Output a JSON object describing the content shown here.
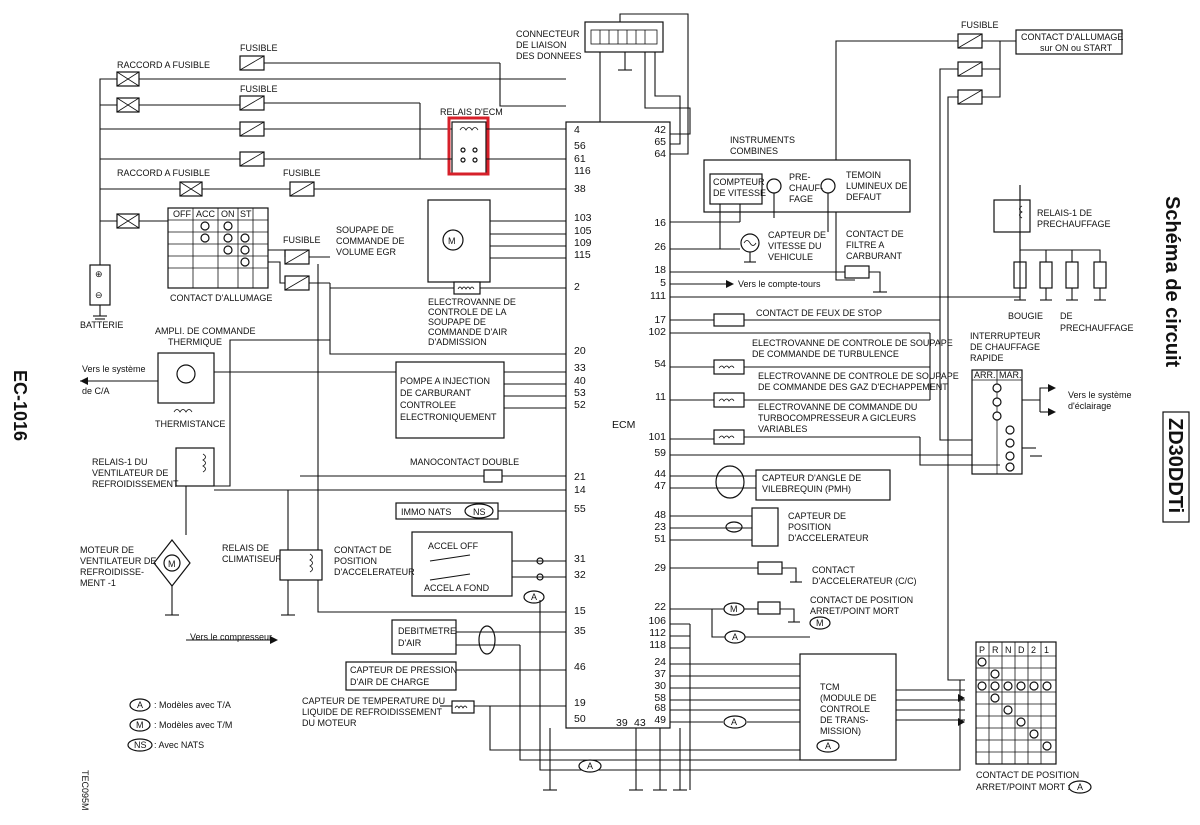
{
  "page_code": "EC-1016",
  "side_title": "Schéma de circuit",
  "model_code": "ZD30DDTi",
  "figure_code": "TEC095M",
  "ecm_label": "ECM",
  "labels": {
    "raccord_a_fusible": "RACCORD A FUSIBLE",
    "fusible": "FUSIBLE",
    "relais_ecm": "RELAIS D'ECM",
    "connecteur": [
      "CONNECTEUR",
      "DE LIAISON",
      "DES DONNEES"
    ],
    "contact_allumage_on": [
      "CONTACT D'ALLUMAGE",
      "sur ON ou START"
    ],
    "instruments": [
      "INSTRUMENTS",
      "COMBINES"
    ],
    "compteur_vitesse": [
      "COMPTEUR",
      "DE VITESSE"
    ],
    "pre_chauffage": [
      "PRE-",
      "CHAUF-",
      "FAGE"
    ],
    "temoin": [
      "TEMOIN",
      "LUMINEUX DE",
      "DEFAUT"
    ],
    "relais1_prechauffage": [
      "RELAIS-1 DE",
      "PRECHAUFFAGE"
    ],
    "capteur_vitesse": [
      "CAPTEUR DE",
      "VITESSE DU",
      "VEHICULE"
    ],
    "contact_filtre": [
      "CONTACT DE",
      "FILTRE A",
      "CARBURANT"
    ],
    "vers_compte_tours": "Vers le compte-tours",
    "bougie": "BOUGIE",
    "de_prechauffage": [
      "DE",
      "PRECHAUFFAGE"
    ],
    "contact_feux_stop": "CONTACT DE FEUX DE STOP",
    "ev_turbulence": [
      "ELECTROVANNE DE CONTROLE DE SOUPAPE",
      "DE COMMANDE DE TURBULENCE"
    ],
    "ev_gaz": [
      "ELECTROVANNE DE CONTROLE DE SOUPAPE",
      "DE COMMANDE DES GAZ D'ECHAPPEMENT"
    ],
    "ev_turbo": [
      "ELECTROVANNE DE COMMANDE DU",
      "TURBOCOMPRESSEUR A GICLEURS",
      "VARIABLES"
    ],
    "interrupteur": [
      "INTERRUPTEUR",
      "DE CHAUFFAGE",
      "RAPIDE"
    ],
    "arr": "ARR.",
    "mar": "MAR.",
    "vers_eclairage": [
      "Vers le système",
      "d'éclairage"
    ],
    "batterie": "BATTERIE",
    "contact_allumage": "CONTACT D'ALLUMAGE",
    "ign_positions": [
      "OFF",
      "ACC",
      "ON",
      "ST"
    ],
    "soupape_egr": [
      "SOUPAPE DE",
      "COMMANDE DE",
      "VOLUME EGR"
    ],
    "ev_air": [
      "ELECTROVANNE DE",
      "CONTROLE DE LA",
      "SOUPAPE DE",
      "COMMANDE D'AIR",
      "D'ADMISSION"
    ],
    "ampli": [
      "AMPLI. DE COMMANDE",
      "THERMIQUE"
    ],
    "vers_ca": [
      "Vers le système",
      "de C/A"
    ],
    "thermistance": "THERMISTANCE",
    "pompe": [
      "POMPE A INJECTION",
      "DE CARBURANT",
      "CONTROLEE",
      "ELECTRONIQUEMENT"
    ],
    "relais_ventil": [
      "RELAIS-1 DU",
      "VENTILATEUR DE",
      "REFROIDISSEMENT"
    ],
    "manocontact": "MANOCONTACT DOUBLE",
    "immo": "IMMO NATS",
    "moteur_ventil": [
      "MOTEUR DE",
      "VENTILATEUR DE",
      "REFROIDISSE-",
      "MENT -1"
    ],
    "relais_clim": [
      "RELAIS DE",
      "CLIMATISEUR"
    ],
    "contact_pos_accel": [
      "CONTACT DE",
      "POSITION",
      "D'ACCELERATEUR"
    ],
    "accel_off": "ACCEL OFF",
    "accel_fond": "ACCEL A FOND",
    "vers_compresseur": "Vers le compresseur",
    "debitmetre": [
      "DEBITMETRE",
      "D'AIR"
    ],
    "capteur_pression": [
      "CAPTEUR DE PRESSION",
      "D'AIR DE CHARGE"
    ],
    "capteur_temp": [
      "CAPTEUR DE TEMPERATURE DU",
      "LIQUIDE DE REFROIDISSEMENT",
      "DU MOTEUR"
    ],
    "capteur_vilebrequin": [
      "CAPTEUR D'ANGLE DE",
      "VILEBREQUIN (PMH)"
    ],
    "capteur_pos_accel": [
      "CAPTEUR DE",
      "POSITION",
      "D'ACCELERATEUR"
    ],
    "contact_accel_cc": [
      "CONTACT",
      "D'ACCELERATEUR (C/C)"
    ],
    "contact_arret": [
      "CONTACT DE POSITION",
      "ARRET/POINT MORT"
    ],
    "tcm": [
      "TCM",
      "(MODULE DE",
      "CONTROLE",
      "DE TRANS-",
      "MISSION)"
    ],
    "contact_arret_bottom": [
      "CONTACT DE POSITION",
      "ARRET/POINT MORT :"
    ],
    "prnd": [
      "P",
      "R",
      "N",
      "D",
      "2",
      "1"
    ],
    "legend": [
      {
        "badge": "A",
        "text": ": Modèles avec T/A"
      },
      {
        "badge": "M",
        "text": ": Modèles avec T/M"
      },
      {
        "badge": "NS",
        "text": ": Avec NATS"
      }
    ],
    "badge_a": "A",
    "badge_m": "M",
    "badge_ns": "NS"
  },
  "ecm_pins_left": [
    "4",
    "56",
    "61",
    "116",
    "38",
    "103",
    "105",
    "109",
    "115",
    "2",
    "20",
    "33",
    "40",
    "53",
    "52",
    "21",
    "14",
    "55",
    "31",
    "32",
    "15",
    "35",
    "46",
    "19",
    "50"
  ],
  "ecm_pins_right": [
    "42",
    "65",
    "64",
    "16",
    "26",
    "18",
    "5",
    "111",
    "17",
    "102",
    "54",
    "11",
    "101",
    "59",
    "44",
    "47",
    "48",
    "23",
    "51",
    "29",
    "22",
    "106",
    "112",
    "118",
    "24",
    "37",
    "30",
    "58",
    "68",
    "49"
  ],
  "ecm_pins_bottom": [
    "39",
    "43"
  ]
}
